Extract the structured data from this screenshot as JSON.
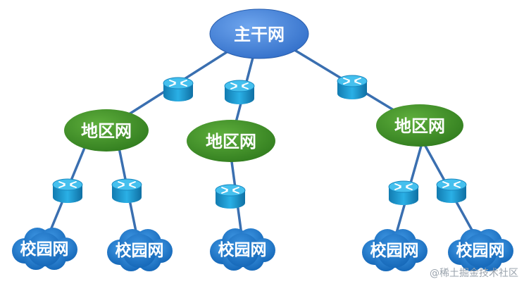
{
  "backbone": {
    "label": "主干网",
    "color": "#3f7fd6"
  },
  "regional": [
    {
      "label": "地区网"
    },
    {
      "label": "地区网"
    },
    {
      "label": "地区网"
    }
  ],
  "regional_color": "#3d8a25",
  "campus": [
    {
      "label": "校园网"
    },
    {
      "label": "校园网"
    },
    {
      "label": "校园网"
    },
    {
      "label": "校园网"
    },
    {
      "label": "校园网"
    }
  ],
  "campus_color": "#1a73c8",
  "router_color": "#1d9fd6",
  "link_color": "#3a6fb0",
  "watermark": "@稀土掘金技术社区"
}
